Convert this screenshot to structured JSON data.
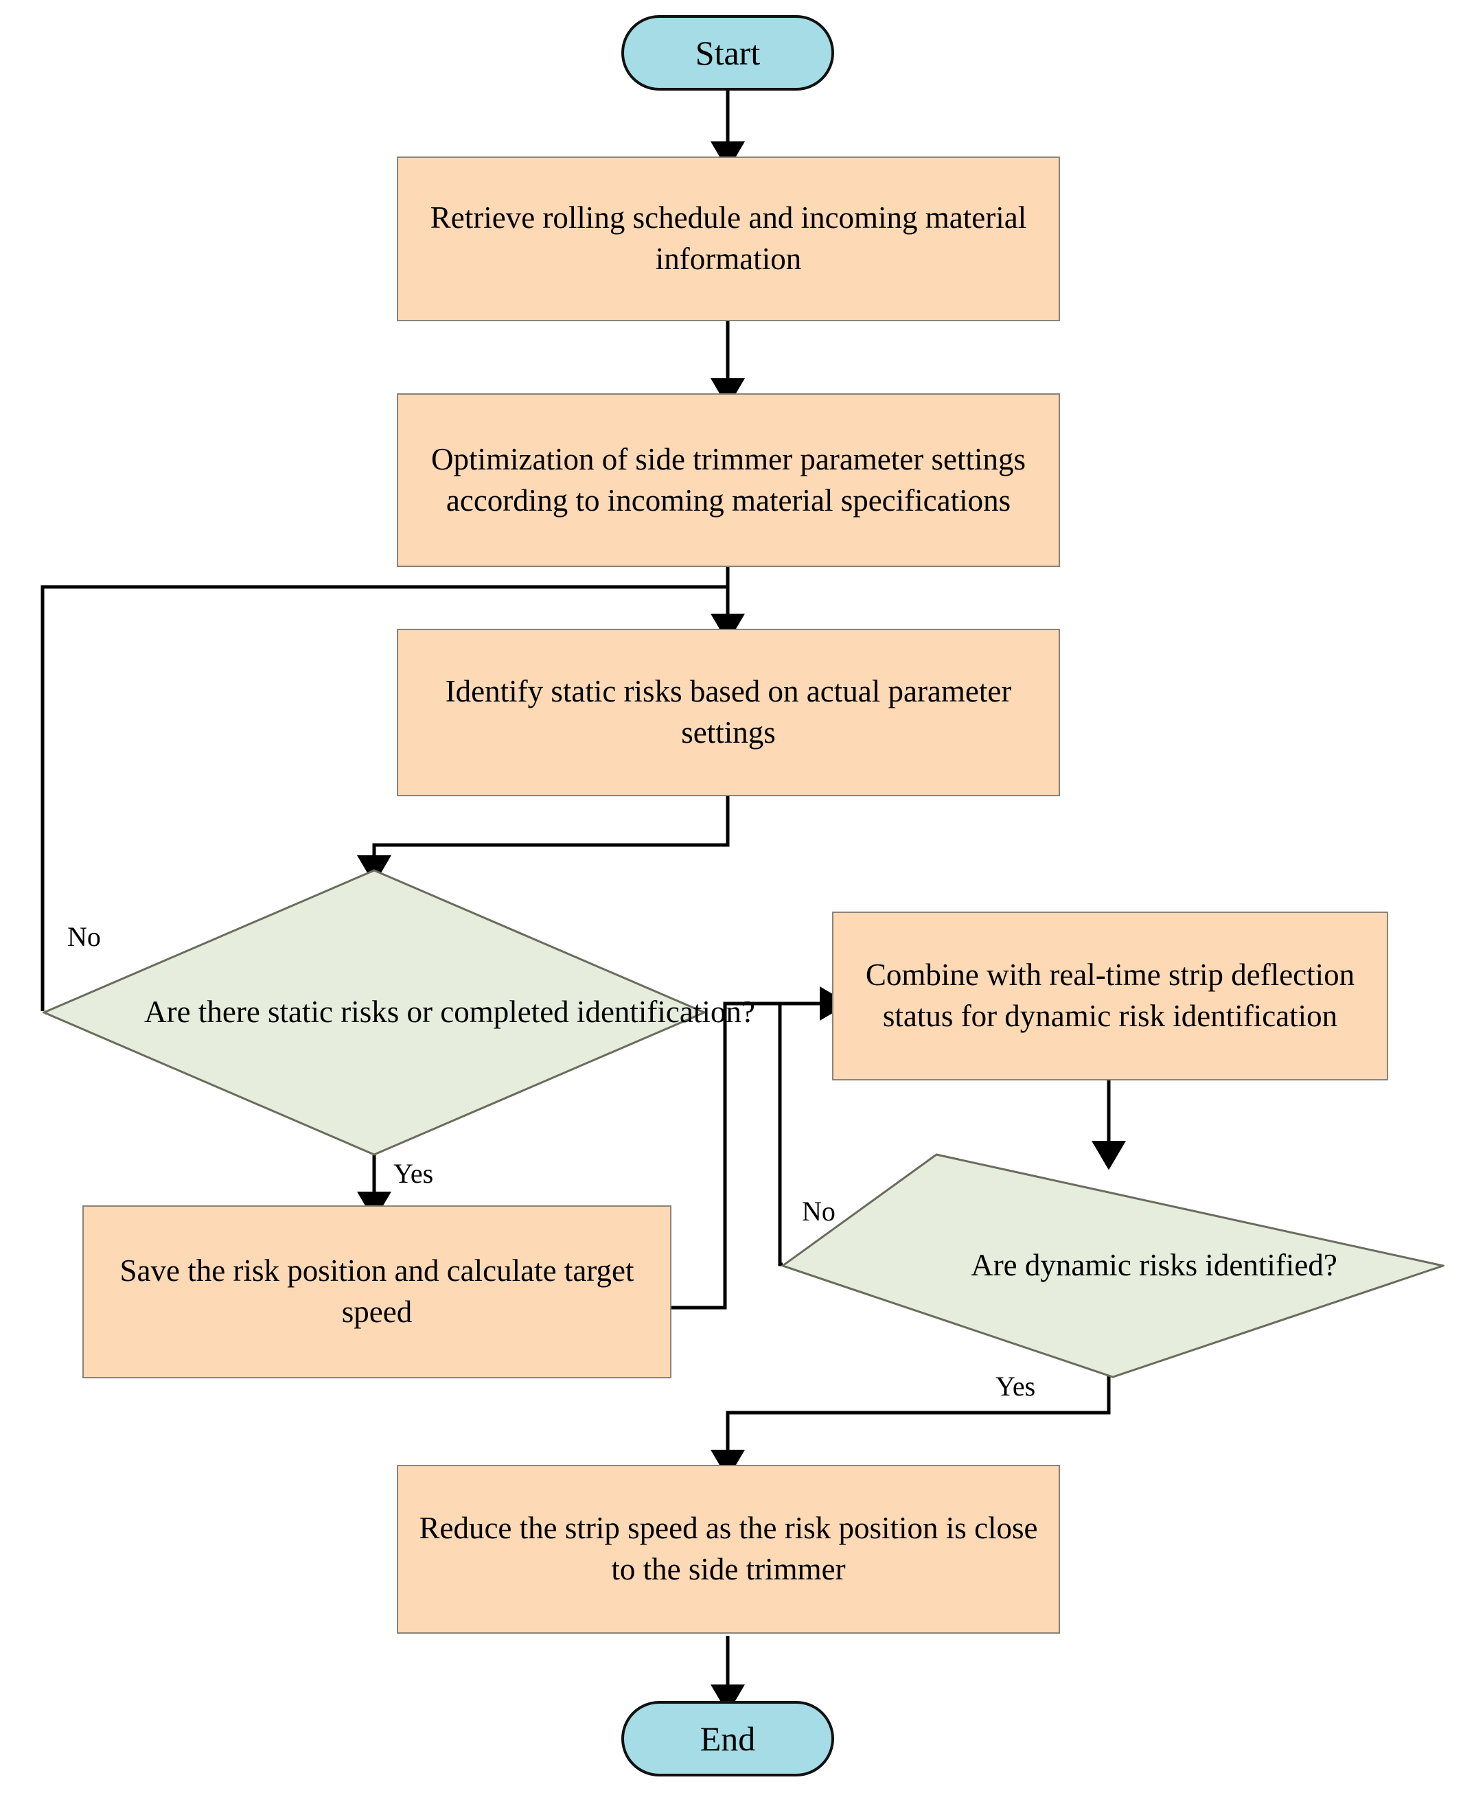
{
  "diagram": {
    "type": "flowchart",
    "title": "",
    "theme": {
      "process_fill": "#FDD9B5",
      "process_stroke": "#8a8378",
      "decision_fill": "#E6EDDC",
      "decision_stroke": "#6b6b5e",
      "terminator_fill": "#A5DCE5",
      "terminator_stroke": "#111111",
      "connector_stroke": "#000000",
      "background": "#FFFFFF",
      "text_color": "#000000"
    },
    "nodes": {
      "start": {
        "label": "Start",
        "shape": "terminator"
      },
      "retrieve": {
        "label": "Retrieve rolling schedule and incoming material information",
        "shape": "process"
      },
      "optimize": {
        "label": "Optimization of side trimmer parameter settings according to incoming material specifications",
        "shape": "process"
      },
      "identify_static": {
        "label": "Identify static risks based on actual parameter settings",
        "shape": "process"
      },
      "static_decision": {
        "label": "Are there static risks or completed identification?",
        "shape": "decision"
      },
      "save_risk": {
        "label": "Save the risk position and calculate target speed",
        "shape": "process"
      },
      "combine_dynamic": {
        "label": "Combine with real-time strip deflection status for dynamic risk identification",
        "shape": "process"
      },
      "dynamic_decision": {
        "label": "Are dynamic risks identified?",
        "shape": "decision"
      },
      "reduce_speed": {
        "label": "Reduce the strip speed as the risk position is close to the side trimmer",
        "shape": "process"
      },
      "end": {
        "label": "End",
        "shape": "terminator"
      }
    },
    "edge_labels": {
      "static_no": "No",
      "static_yes": "Yes",
      "dynamic_no": "No",
      "dynamic_yes": "Yes"
    },
    "edges": [
      {
        "from": "start",
        "to": "retrieve",
        "label": ""
      },
      {
        "from": "retrieve",
        "to": "optimize",
        "label": ""
      },
      {
        "from": "optimize",
        "to": "identify_static",
        "label": ""
      },
      {
        "from": "identify_static",
        "to": "static_decision",
        "label": ""
      },
      {
        "from": "static_decision",
        "to": "identify_static",
        "label": "No"
      },
      {
        "from": "static_decision",
        "to": "save_risk",
        "label": "Yes"
      },
      {
        "from": "save_risk",
        "to": "combine_dynamic",
        "label": ""
      },
      {
        "from": "combine_dynamic",
        "to": "dynamic_decision",
        "label": ""
      },
      {
        "from": "dynamic_decision",
        "to": "combine_dynamic",
        "label": "No"
      },
      {
        "from": "dynamic_decision",
        "to": "reduce_speed",
        "label": "Yes"
      },
      {
        "from": "reduce_speed",
        "to": "end",
        "label": ""
      }
    ]
  }
}
